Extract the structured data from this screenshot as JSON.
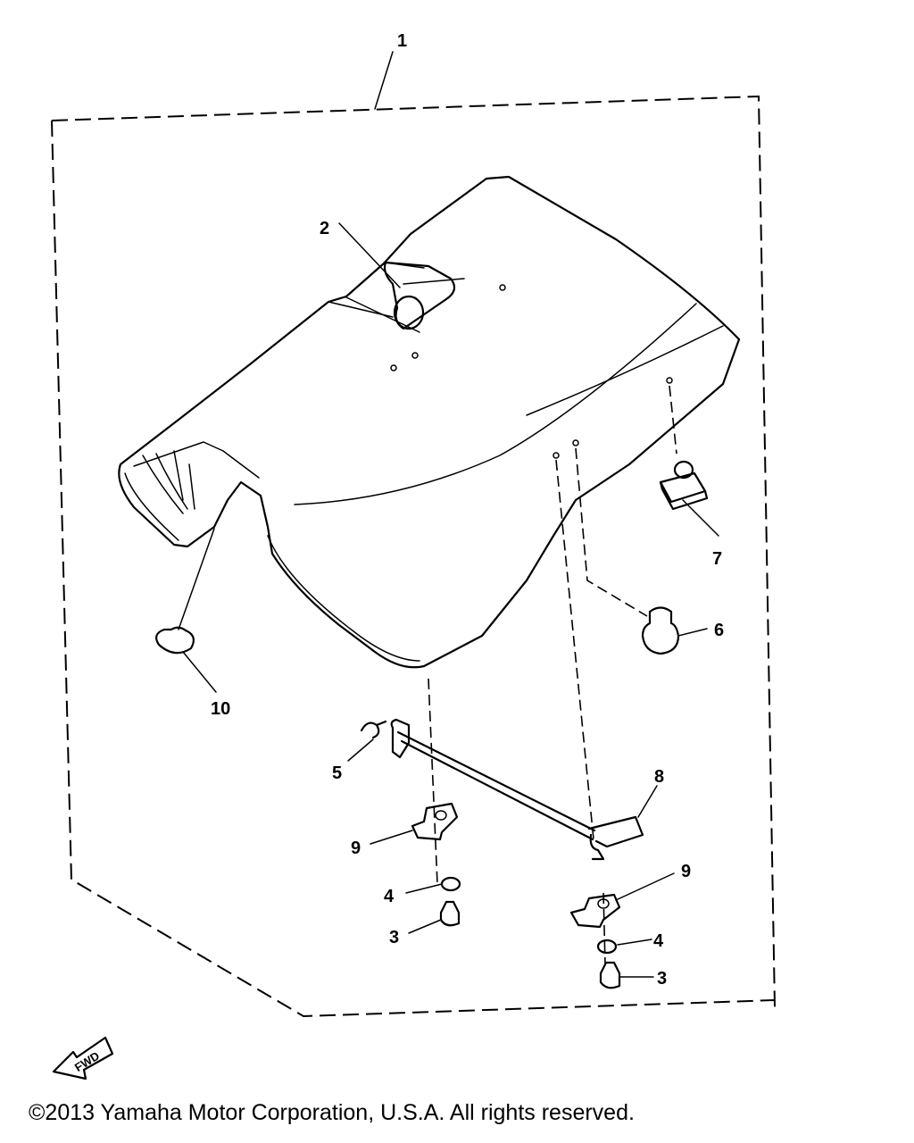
{
  "callouts": {
    "assembly": "1",
    "lock_pin": "2",
    "bolt_left": "3",
    "bolt_right": "3",
    "washer_left": "4",
    "washer_right": "4",
    "clip": "5",
    "damper": "6",
    "nut": "7",
    "rod": "8",
    "bracket_left": "9",
    "bracket_right": "9",
    "cap": "10"
  },
  "fwd_label": "FWD",
  "copyright": "©2013 Yamaha Motor Corporation, U.S.A. All rights reserved.",
  "colors": {
    "line": "#000000",
    "background": "#ffffff"
  }
}
